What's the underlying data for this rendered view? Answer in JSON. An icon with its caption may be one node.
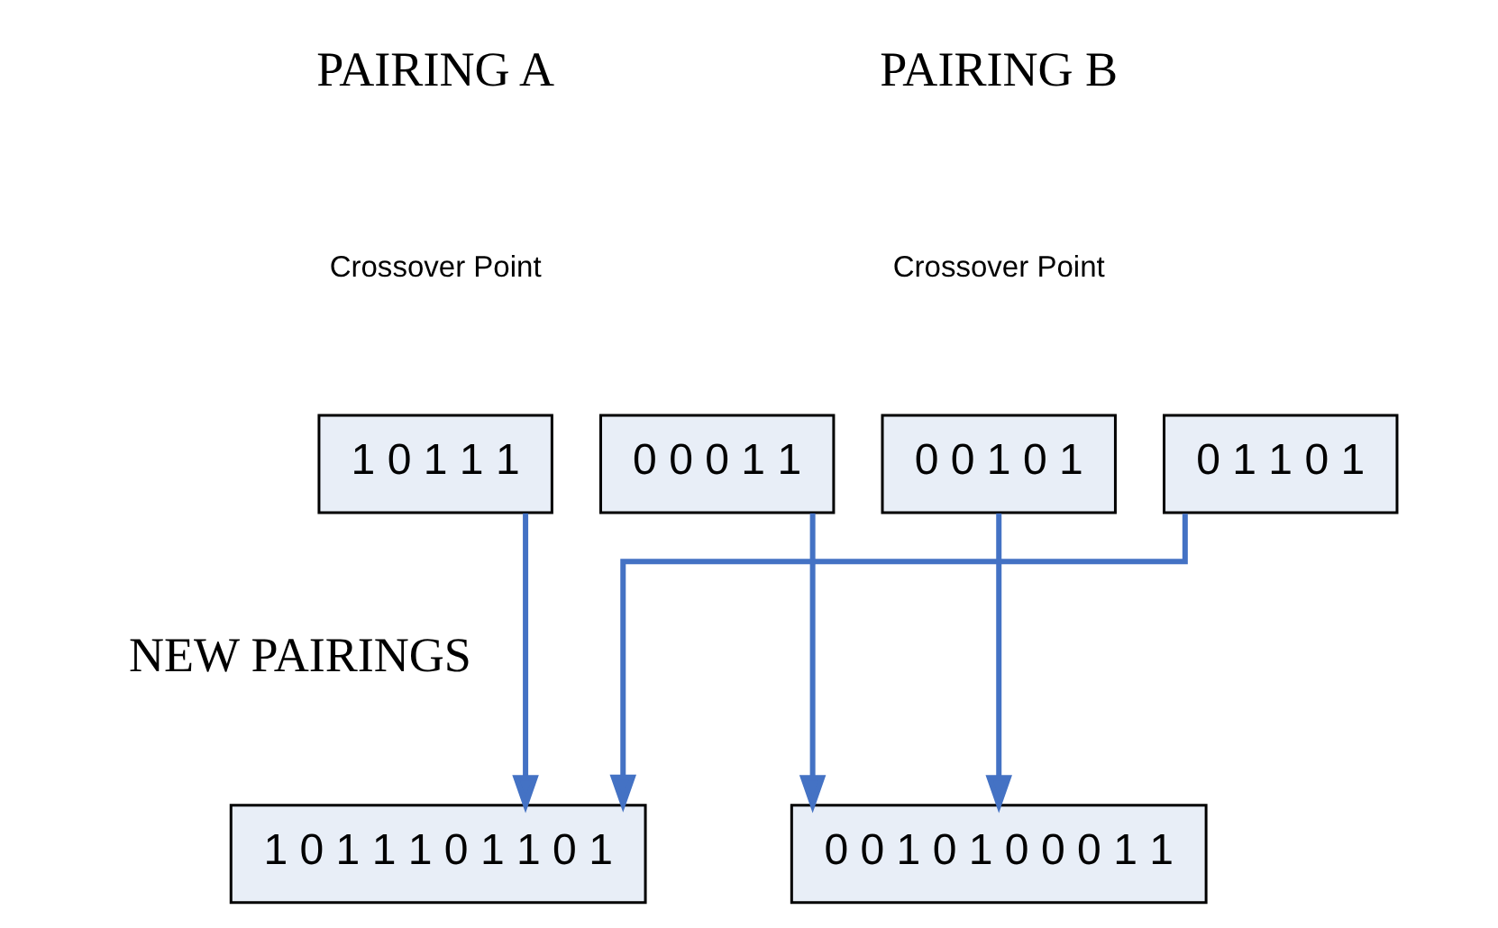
{
  "diagram": {
    "nodes": [
      {
        "text": [
          "1 0 1 1 1"
        ]
      },
      {
        "text": [
          "0 0 0 1 1"
        ]
      },
      {
        "text": [
          "0 0 1 0 1"
        ]
      },
      {
        "text": [
          "0 1 1 0 1"
        ]
      },
      {
        "text": [
          "1 0 1 1 1 0 1 1 0 1"
        ]
      },
      {
        "text": [
          "0 0 1 0 1 0 0 0 1 1"
        ]
      }
    ],
    "edges": [
      {
        "from": 0,
        "to": 4,
        "arrow": "to"
      },
      {
        "from": 1,
        "to": 5,
        "arrow": "to"
      },
      {
        "from": 2,
        "to": 5,
        "arrow": "to"
      },
      {
        "from": 3,
        "to": 4,
        "arrow": "to"
      }
    ],
    "labels": [
      "PAIRING A",
      "Crossover Point",
      "PAIRING B",
      "Crossover Point",
      "NEW PAIRINGS"
    ]
  }
}
